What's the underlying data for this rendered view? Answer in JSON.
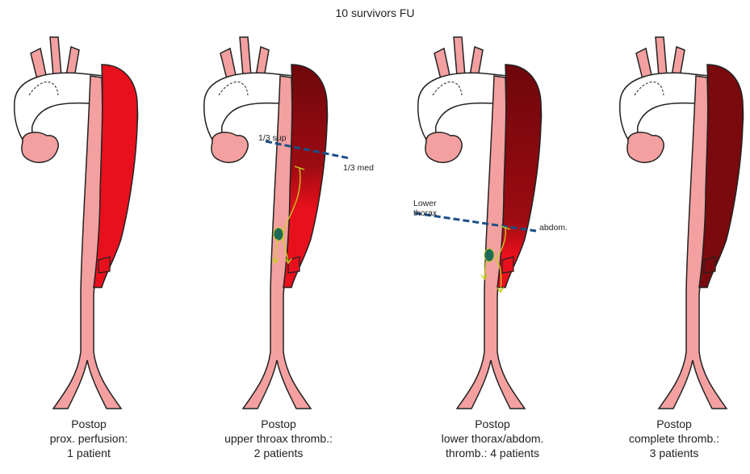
{
  "title": "10 survivors FU",
  "panels": [
    {
      "line1": "Postop",
      "line2": "prox. perfusion:",
      "line3": "1 patient"
    },
    {
      "line1": "Postop",
      "line2": "upper throax thromb.:",
      "line3": "2 patients"
    },
    {
      "line1": "Postop",
      "line2": "lower thorax/abdom.",
      "line3": "thromb.: 4 patients"
    },
    {
      "line1": "Postop",
      "line2": "complete thromb.:",
      "line3": "3 patients"
    }
  ],
  "annotations": {
    "sup": "1/3 sup",
    "med": "1/3 med",
    "lower_line1": "Lower",
    "lower_line2": "thorax",
    "abdom": "abdom."
  },
  "colors": {
    "true_lumen": "#f4a0a0",
    "false_lumen_perfused": "#e8101c",
    "false_lumen_thrombosed": "#7a0a0e",
    "arch_graft": "#ffffff",
    "outline": "#222222",
    "level_line": "#1d4f86",
    "flow_arrow": "#c8d21e",
    "entry_tear": "#1f6b5a"
  }
}
